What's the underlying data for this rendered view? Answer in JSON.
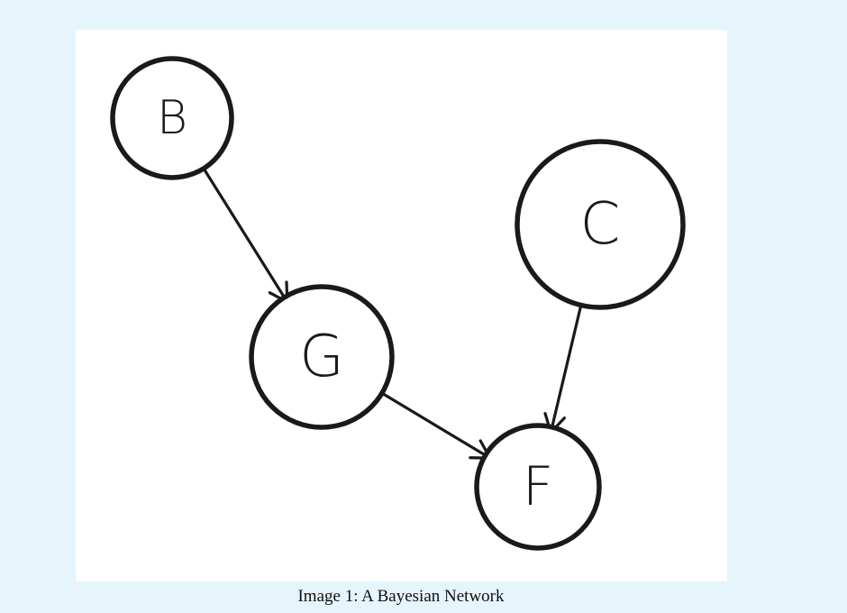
{
  "figure": {
    "caption": "Image 1: A Bayesian Network",
    "nodes": [
      {
        "id": "B",
        "label": "B"
      },
      {
        "id": "G",
        "label": "G"
      },
      {
        "id": "C",
        "label": "C"
      },
      {
        "id": "F",
        "label": "F"
      }
    ],
    "edges": [
      {
        "from": "B",
        "to": "G"
      },
      {
        "from": "G",
        "to": "F"
      },
      {
        "from": "C",
        "to": "F"
      }
    ]
  },
  "colors": {
    "page_background": "#e6f4fb",
    "panel_background": "#ffffff",
    "ink": "#1a1a1a"
  }
}
